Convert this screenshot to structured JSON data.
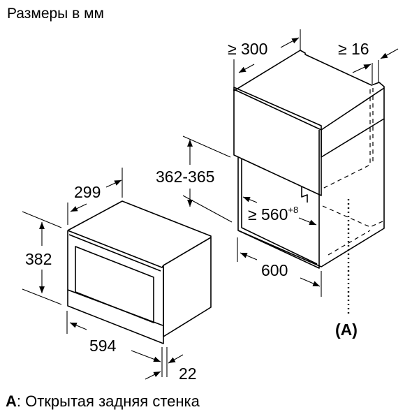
{
  "title": "Размеры в мм",
  "dimensions": {
    "cabinet_depth": "≥ 300",
    "cabinet_gap": "≥ 16",
    "niche_height": "362-365",
    "niche_width_main": "≥ 560",
    "niche_width_sup": "+8",
    "cabinet_width": "600",
    "oven_depth": "299",
    "oven_height": "382",
    "oven_width": "594",
    "front_thickness": "22"
  },
  "callout": {
    "label": "(A)"
  },
  "legend": {
    "key": "A",
    "text": ": Открытая задняя стенка"
  }
}
